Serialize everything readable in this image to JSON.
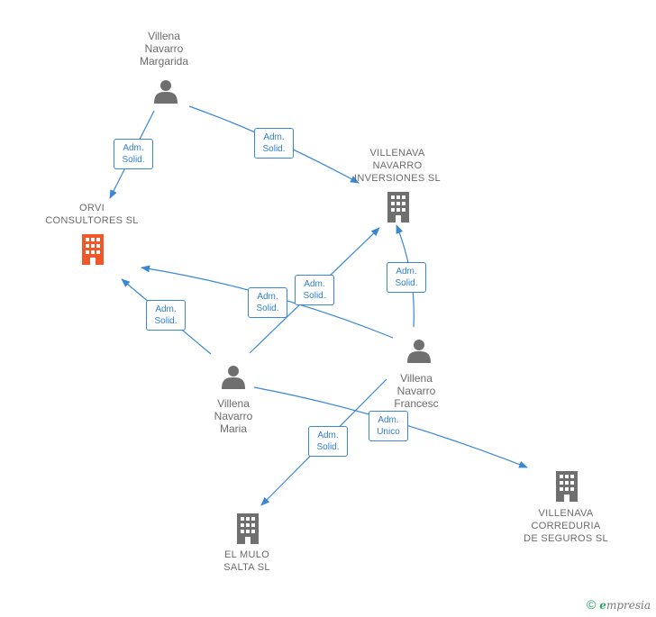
{
  "nodes": {
    "margarida": [
      "Villena",
      "Navarro",
      "Margarida"
    ],
    "inversiones": [
      "VILLENAVA",
      "NAVARRO",
      "INVERSIONES SL"
    ],
    "orvi": [
      "ORVI",
      "CONSULTORES SL"
    ],
    "maria": [
      "Villena",
      "Navarro",
      "Maria"
    ],
    "francesc": [
      "Villena",
      "Navarro",
      "Francesc"
    ],
    "mulo": [
      "EL MULO",
      "SALTA SL"
    ],
    "correduria": [
      "VILLENAVA",
      "CORREDURIA",
      "DE SEGUROS SL"
    ]
  },
  "edges": {
    "solid": [
      "Adm.",
      "Solid."
    ],
    "unico": [
      "Adm.",
      "Unico"
    ]
  },
  "colors": {
    "person": "#6f6f6f",
    "company": "#6f6f6f",
    "highlight": "#f0582a",
    "edge": "#3a87d6"
  },
  "footer": {
    "copyright": "©",
    "brand_initial": "e",
    "brand_rest": "mpresia"
  }
}
